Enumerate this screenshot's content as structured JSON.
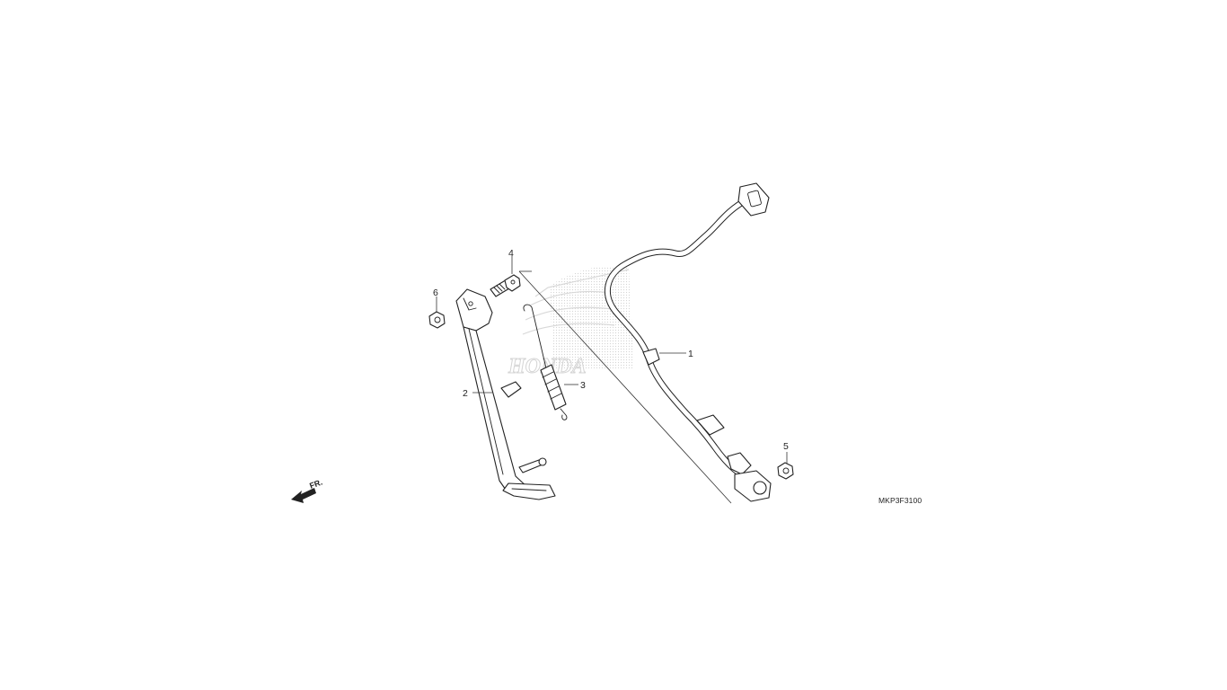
{
  "diagram": {
    "callouts": [
      {
        "id": "1",
        "label": "1"
      },
      {
        "id": "2",
        "label": "2"
      },
      {
        "id": "3",
        "label": "3"
      },
      {
        "id": "4",
        "label": "4"
      },
      {
        "id": "5",
        "label": "5"
      },
      {
        "id": "6",
        "label": "6"
      }
    ],
    "direction_label": "FR.",
    "diagram_code": "MKP3F3100",
    "watermark_text": "HONDA",
    "colors": {
      "line": "#222222",
      "watermark": "#d4d4d4",
      "background": "#ffffff"
    }
  }
}
